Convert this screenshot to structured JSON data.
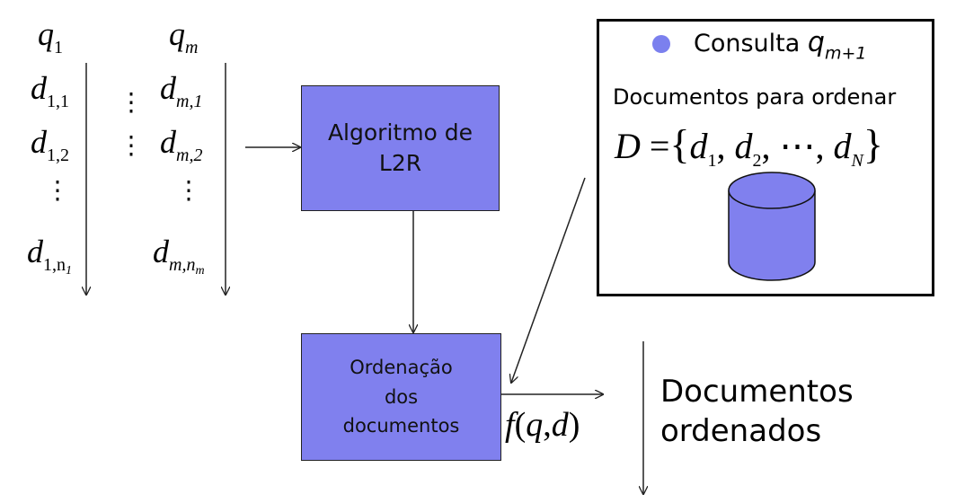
{
  "queries": {
    "q1_head": "q",
    "q1_sub": "1",
    "qm_head": "q",
    "qm_sub": "m",
    "col1": [
      {
        "base": "d",
        "sub": "1,1"
      },
      {
        "base": "d",
        "sub": "1,2"
      },
      {
        "base": "d",
        "sub": "1,n",
        "subsub": "1"
      }
    ],
    "colm": [
      {
        "base": "d",
        "sub": "m,1"
      },
      {
        "base": "d",
        "sub": "m,2"
      },
      {
        "base": "d",
        "sub": "m,n",
        "subsub": "m"
      }
    ],
    "vdots": "⋮"
  },
  "algorithm_box": {
    "line1": "Algoritmo de",
    "line2": "L2R"
  },
  "ranking_box": {
    "line1": "Ordenação",
    "line2": "dos",
    "line3": "documentos"
  },
  "function_label": {
    "f": "f",
    "open": "(",
    "q": "q",
    "comma": ",",
    "d": "d",
    "close": ")"
  },
  "output_label": {
    "line1": "Documentos",
    "line2": "ordenados"
  },
  "query_panel": {
    "consulta": "Consulta",
    "q_base": "q",
    "q_sub": "m+1",
    "docs_label": "Documentos para ordenar",
    "set_D": "D",
    "set_eq": "=",
    "set_open": "{",
    "set_items": [
      {
        "base": "d",
        "sub": "1"
      },
      {
        "base": "d",
        "sub": "2"
      }
    ],
    "set_dots": "⋯",
    "set_last": {
      "base": "d",
      "sub": "N"
    },
    "set_close": "}"
  },
  "colors": {
    "box_fill": "#8080ee",
    "bullet": "#7b80ee",
    "cylinder": "#8080ee"
  }
}
